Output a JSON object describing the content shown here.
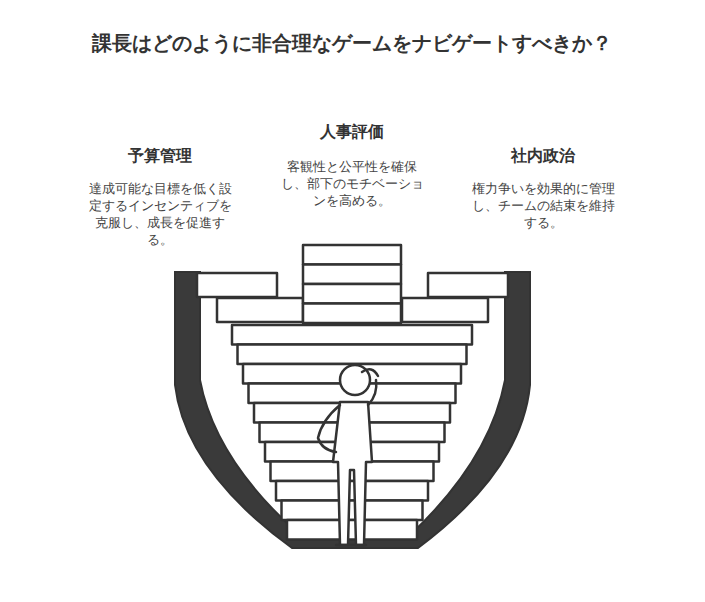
{
  "diagram": {
    "title": "課長はどのように非合理なゲームをナビゲートすべきか？",
    "labels": [
      "予算管理",
      "達成可能な目標を低く設定するインセンティブを克服し、成長を促進する。",
      "人事評価",
      "客観性と公平性を確保し、部下のモチベーションを高める。",
      "社内政治",
      "権力争いを効果的に管理し、チームの結束を維持する。"
    ]
  }
}
